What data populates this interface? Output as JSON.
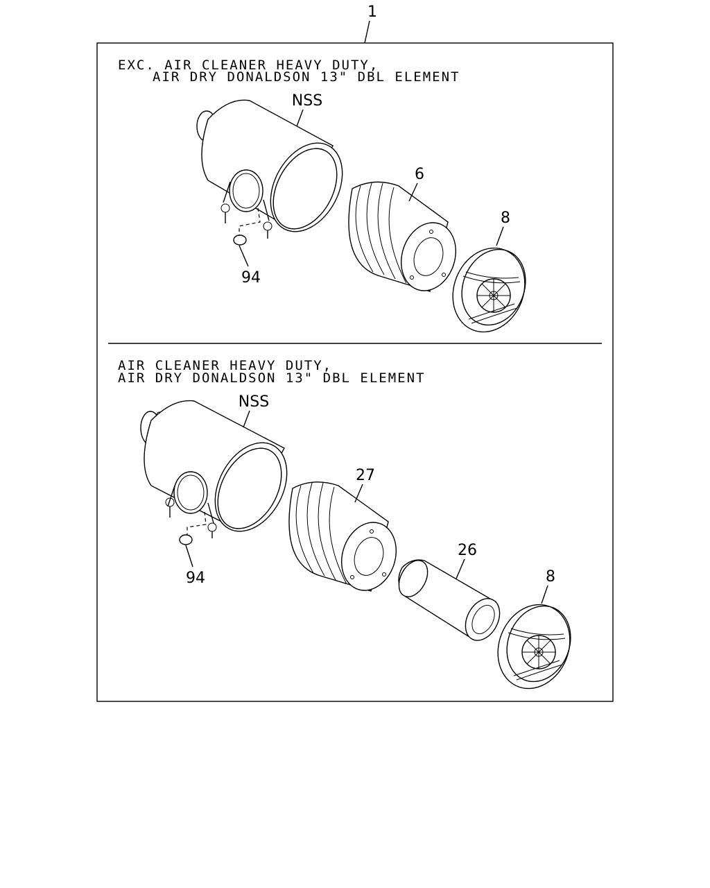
{
  "assembly_ref": "1",
  "sections": [
    {
      "caption_line1": "EXC. AIR CLEANER HEAVY DUTY,",
      "caption_line2": "AIR DRY DONALDSON 13\" DBL ELEMENT",
      "labels": {
        "housing": "NSS",
        "element": "6",
        "cover": "8",
        "clamp_bolt": "94"
      }
    },
    {
      "caption_line1": "AIR CLEANER HEAVY DUTY,",
      "caption_line2": "AIR DRY DONALDSON 13\" DBL ELEMENT",
      "labels": {
        "housing": "NSS",
        "element": "27",
        "inner_element": "26",
        "cover": "8",
        "clamp_bolt": "94"
      }
    }
  ]
}
